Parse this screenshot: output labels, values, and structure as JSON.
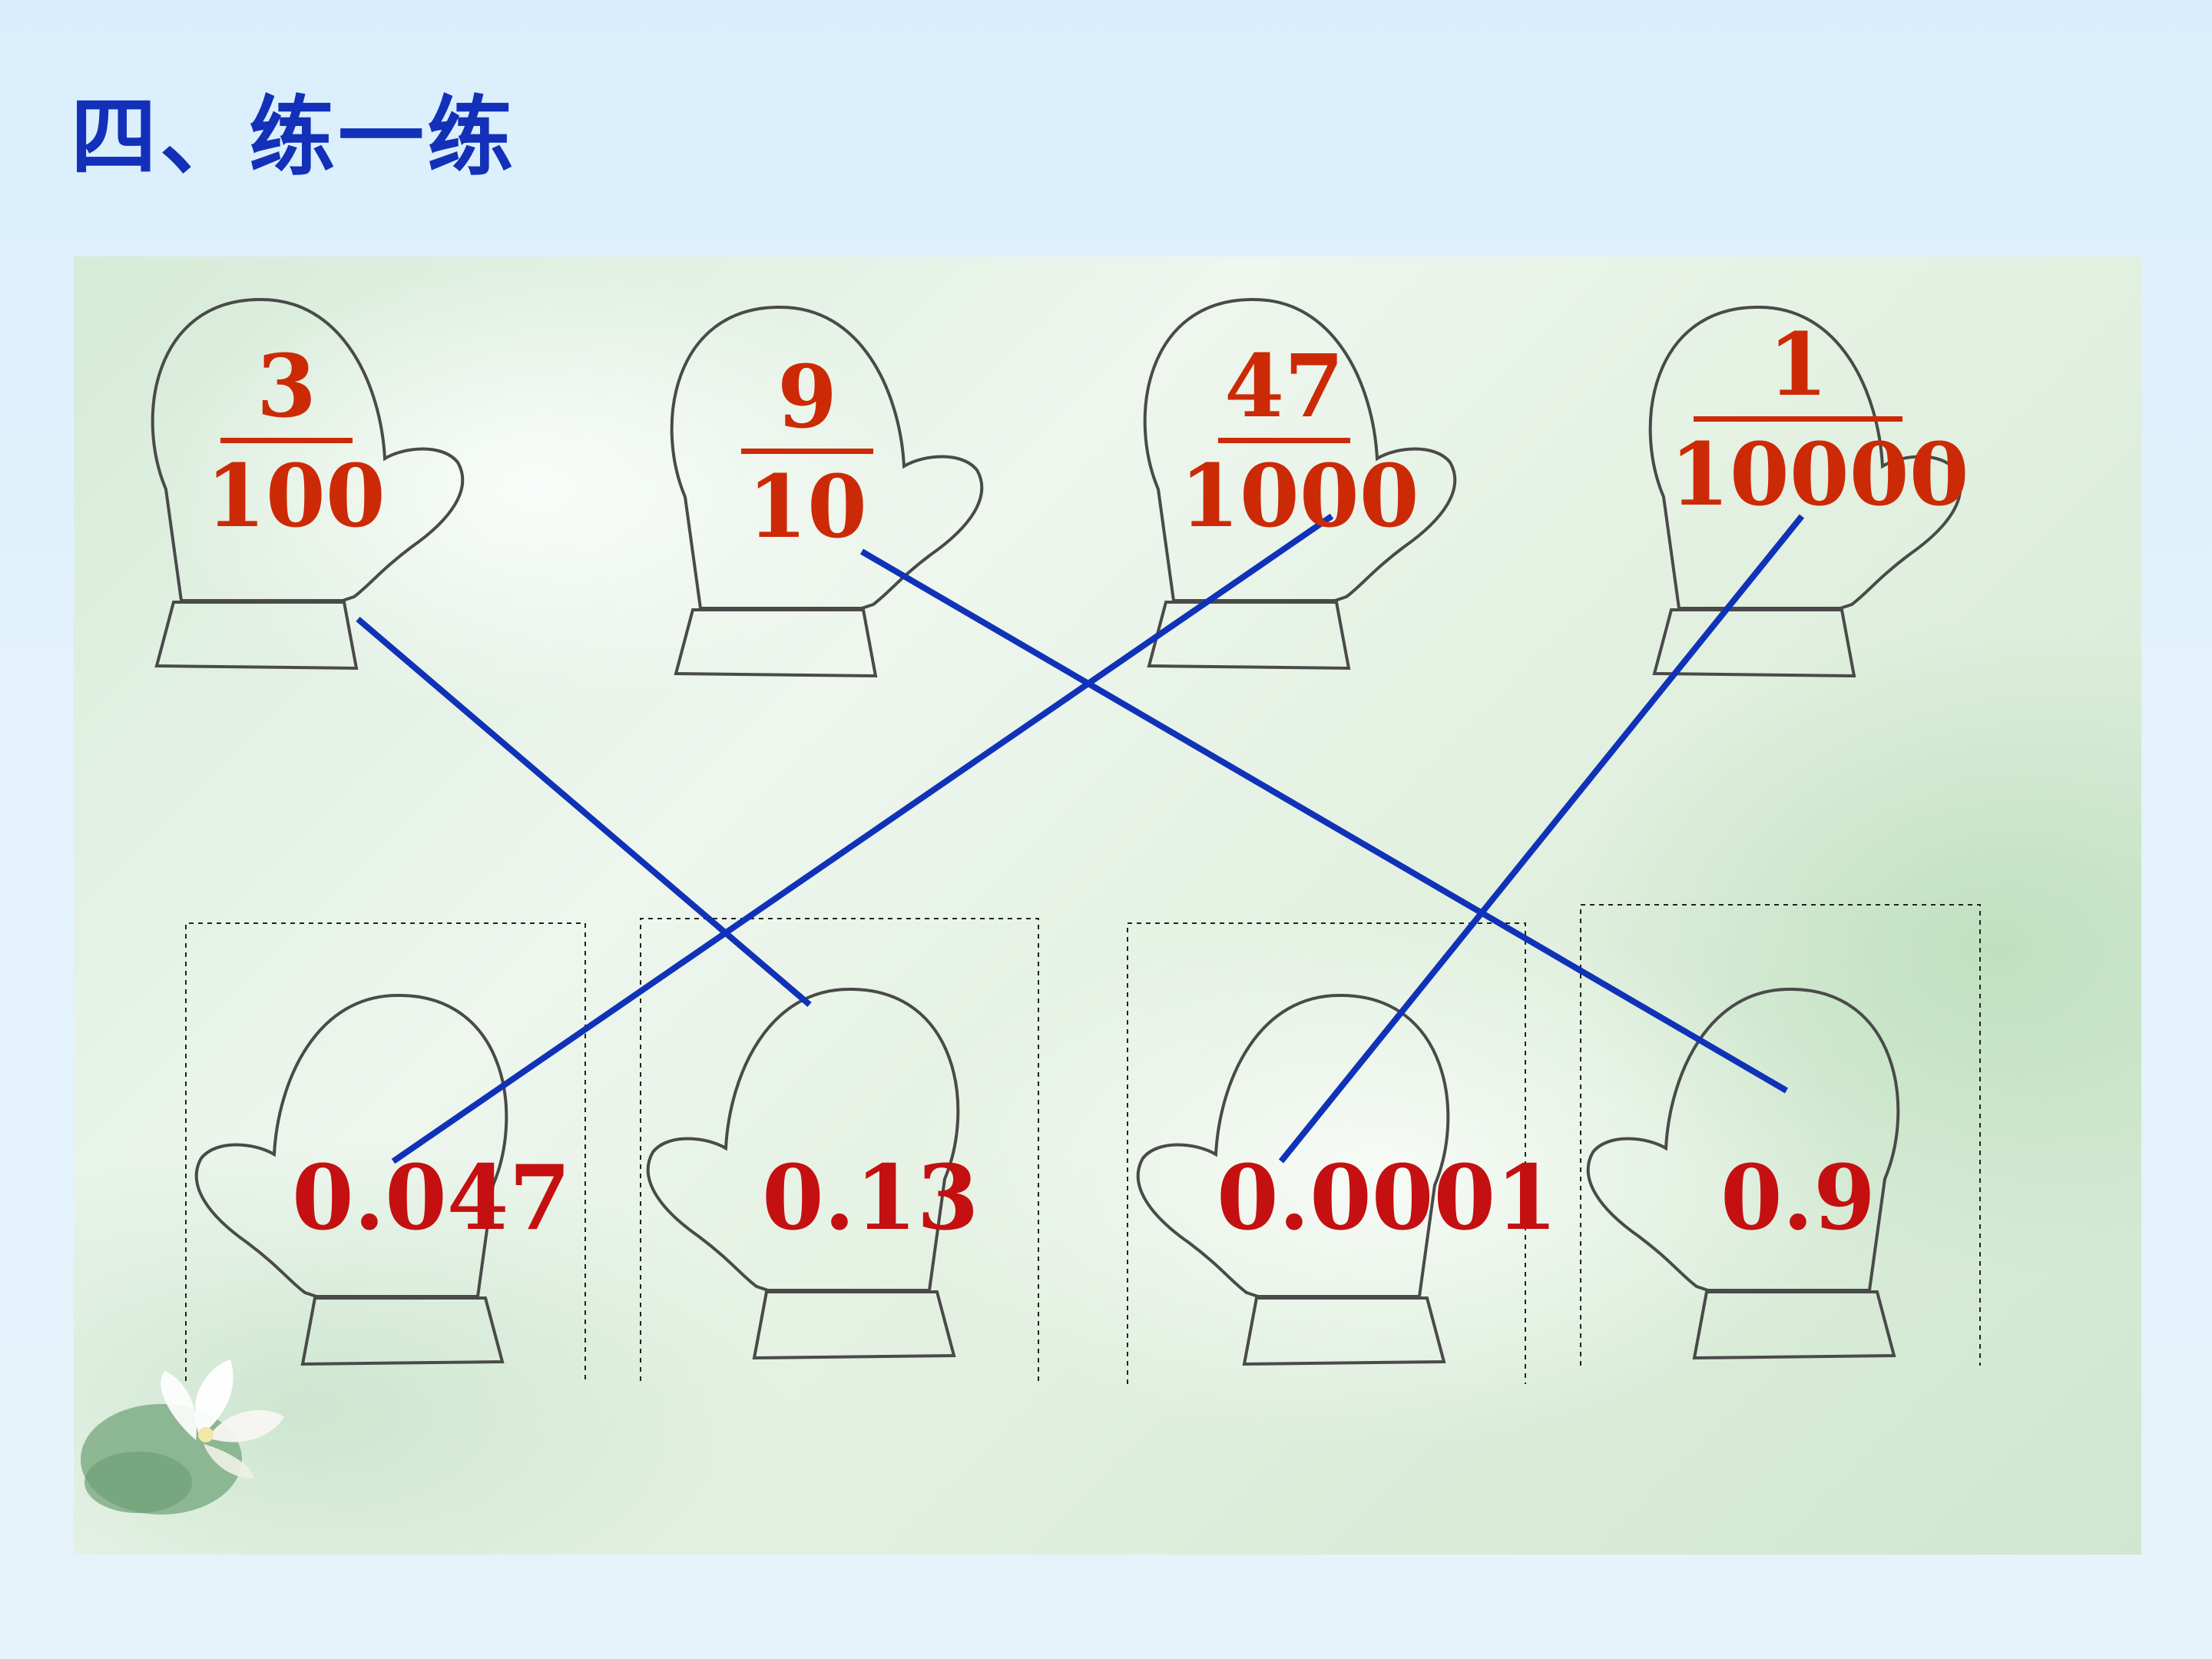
{
  "title": "四、练一练",
  "colors": {
    "title": "#1230b8",
    "fraction_text": "#cc2a06",
    "decimal_text": "#c41010",
    "connector_line": "#1032b8",
    "mitten_outline": "#4a4a4a"
  },
  "fractions": [
    {
      "numerator": "3",
      "denominator": "100"
    },
    {
      "numerator": "9",
      "denominator": "10"
    },
    {
      "numerator": "47",
      "denominator": "1000"
    },
    {
      "numerator": "1",
      "denominator": "10000"
    }
  ],
  "decimals": [
    "0.047",
    "0.13",
    "0.0001",
    "0.9"
  ],
  "matches": [
    {
      "fraction": "3/100",
      "decimal": "0.13"
    },
    {
      "fraction": "9/10",
      "decimal": "0.9"
    },
    {
      "fraction": "47/1000",
      "decimal": "0.047"
    },
    {
      "fraction": "1/10000",
      "decimal": "0.0001"
    }
  ],
  "icons": {
    "mitten": "mitten-icon",
    "flower": "lotus-flower-icon"
  }
}
